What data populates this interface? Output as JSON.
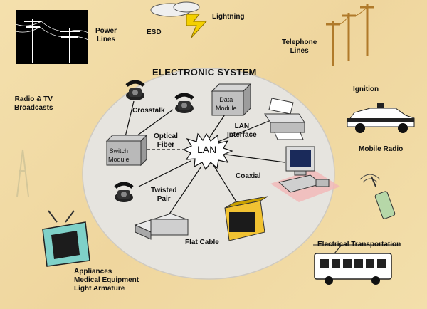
{
  "labels": {
    "system_title": "ELECTRONIC SYSTEM",
    "lan": "LAN",
    "switch_module": "Switch\nModule",
    "data_module": "Data\nModule",
    "crosstalk": "Crosstalk",
    "optical_fiber": "Optical\nFiber",
    "lan_interface": "LAN\nInterface",
    "coaxial": "Coaxial",
    "twisted_pair": "Twisted\nPair",
    "flat_cable": "Flat Cable",
    "power_lines": "Power\nLines",
    "esd": "ESD",
    "lightning": "Lightning",
    "telephone_lines": "Telephone\nLines",
    "radio_tv": "Radio & TV\nBroadcasts",
    "ignition": "Ignition",
    "mobile_radio": "Mobile Radio",
    "electrical_transportation": "Electrical Transportation",
    "appliances": "Appliances\nMedical Equipment\nLight Armature"
  }
}
